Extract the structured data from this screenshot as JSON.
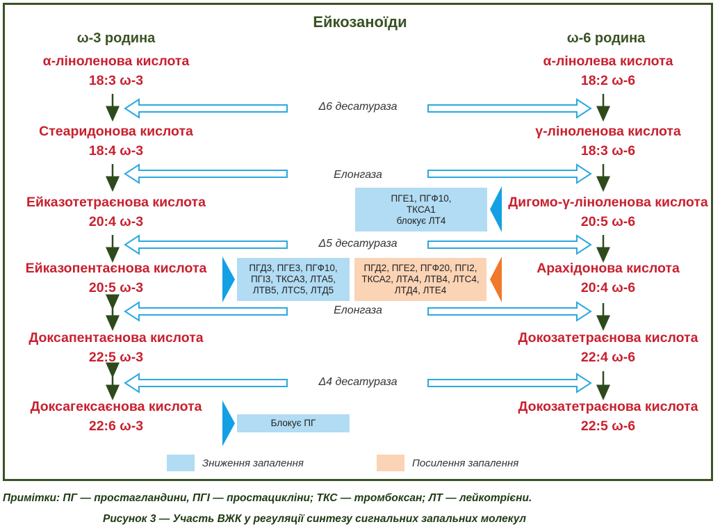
{
  "title": "Ейкозаноїди",
  "families": {
    "omega3": "ω-3 родина",
    "omega6": "ω-6 родина"
  },
  "omega3_acids": [
    {
      "name": "α-ліноленова кислота",
      "formula": "18:3 ω-3"
    },
    {
      "name": "Стеаридонова кислота",
      "formula": "18:4 ω-3"
    },
    {
      "name": "Ейказотетраєнова кислота",
      "formula": "20:4 ω-3"
    },
    {
      "name": "Ейказопентаєнова кислота",
      "formula": "20:5 ω-3"
    },
    {
      "name": "Доксапентаєнова кислота",
      "formula": "22:5 ω-3"
    },
    {
      "name": "Доксагексаєнова кислота",
      "formula": "22:6 ω-3"
    }
  ],
  "omega6_acids": [
    {
      "name": "α-лінолева кислота",
      "formula": "18:2 ω-6"
    },
    {
      "name": "γ-ліноленова кислота",
      "formula": "18:3 ω-6"
    },
    {
      "name": "Дигомо-γ-ліноленова кислота",
      "formula": "20:5 ω-6"
    },
    {
      "name": "Арахідонова кислота",
      "formula": "20:4 ω-6"
    },
    {
      "name": "Докозатетраєнова кислота",
      "formula": "22:4 ω-6"
    },
    {
      "name": "Докозатетраєнова кислота",
      "formula": "22:5 ω-6"
    }
  ],
  "enzymes": [
    "Δ6 десатураза",
    "Елонгаза",
    "Δ5 десатураза",
    "Елонгаза",
    "Δ4 десатураза"
  ],
  "boxes": {
    "dgla": [
      "ПГЕ1, ПГФ10,",
      "ТКСА1",
      "блокує ЛТ4"
    ],
    "epa": [
      "ПГД3, ПГЕ3, ПГФ10,",
      "ПГІ3, ТКСА3, ЛТА5,",
      "ЛТВ5, ЛТС5, ЛТД5"
    ],
    "aa": [
      "ПГД2, ПГЕ2, ПГФ20, ПГІ2,",
      "ТКСА2, ЛТА4, ЛТВ4, ЛТС4,",
      "ЛТД4, ЛТЕ4"
    ],
    "dha": "Блокує ПГ"
  },
  "legend": {
    "decrease": "Зниження запалення",
    "increase": "Посилення запалення"
  },
  "notes": {
    "abbreviations": "Примітки: ПГ — простагландини, ПГІ — простацикліни; ТКС — тромбоксан; ЛТ — лейкотрієни.",
    "caption": "Рисунок 3 — Участь ВЖК у регуляції синтезу сигнальних запальних молекул"
  },
  "colors": {
    "frame": "#3a5224",
    "acid_text": "#c8202f",
    "hollow_arrow": "#2aa8e0",
    "blue_box": "#b1dcf3",
    "peach_box": "#fbd3b5",
    "triangle_blue": "#14a0e4",
    "triangle_orange": "#f0782a",
    "step_arrow": "#2e4a1c"
  }
}
